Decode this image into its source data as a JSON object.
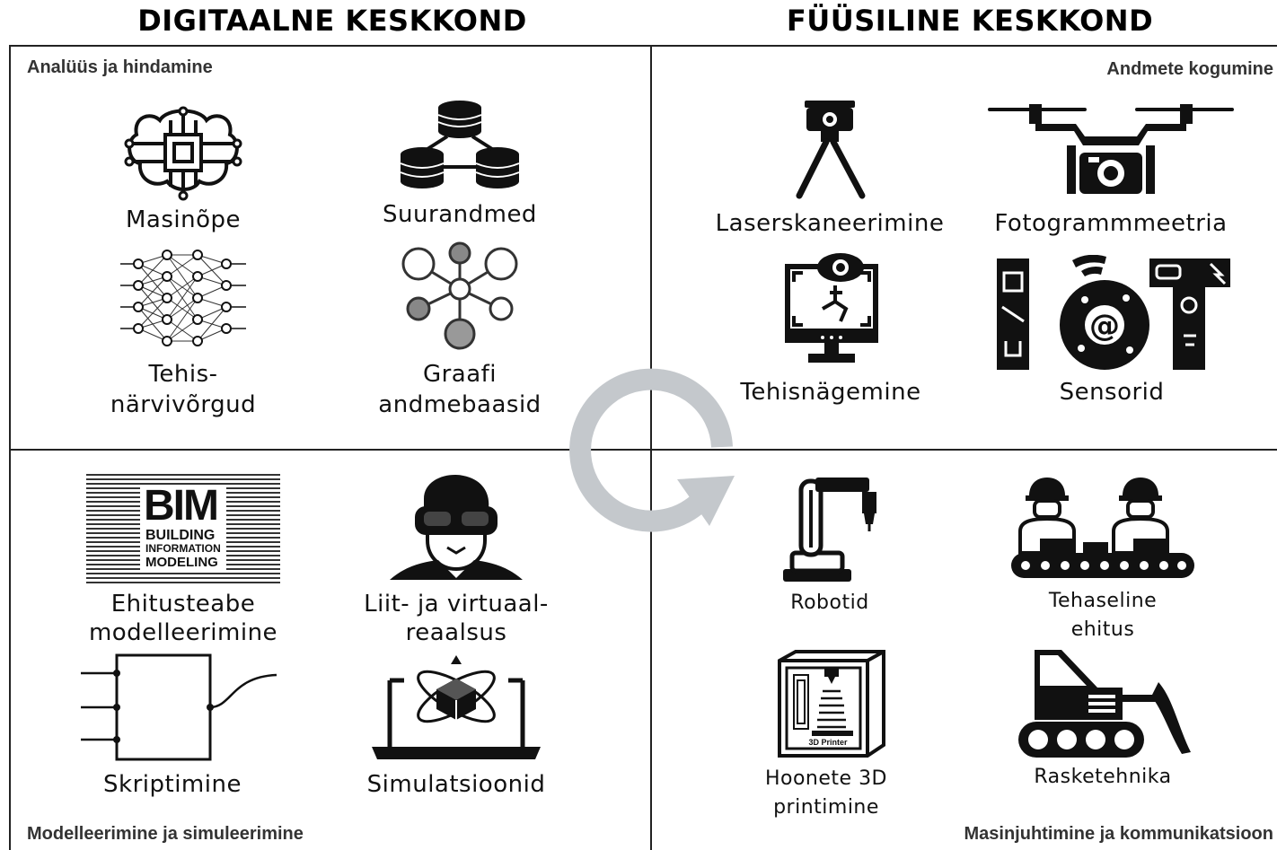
{
  "headers": {
    "digital": "DIGITAALNE KESKKOND",
    "physical": "FÜÜSILINE KESKKOND"
  },
  "quadrants": {
    "top_left": "Analüüs ja hindamine",
    "top_right": "Andmete kogumine",
    "bottom_left": "Modelleerimine ja simuleerimine",
    "bottom_right": "Masinjuhtimine ja kommunikatsioon"
  },
  "items": {
    "masinope": "Masinõpe",
    "suurandmed": "Suurandmed",
    "tehis_1": "Tehis-",
    "tehis_2": "närvivõrgud",
    "graafi_1": "Graafi",
    "graafi_2": "andmebaasid",
    "laser": "Laserskaneerimine",
    "foto": "Fotogrammmeetria",
    "nagemine": "Tehisnägemine",
    "sensorid": "Sensorid",
    "ehitus_1": "Ehitusteabe",
    "ehitus_2": "modelleerimine",
    "liit_1": "Liit- ja virtuaal-",
    "liit_2": "reaalsus",
    "skript": "Skriptimine",
    "simul": "Simulatsioonid",
    "robotid": "Robotid",
    "tehase_1": "Tehaseline",
    "tehase_2": "ehitus",
    "hoonete_1": "Hoonete 3D",
    "hoonete_2": "printimine",
    "raske": "Rasketehnika"
  },
  "icon_text": {
    "bim": "BIM",
    "bim_sub1": "BUILDING",
    "bim_sub2": "INFORMATION",
    "bim_sub3": "MODELING",
    "printer": "3D Printer",
    "iot_at": "@"
  },
  "colors": {
    "line": "#222222",
    "cycle_arrow": "#c4c8cc",
    "icon": "#111111"
  }
}
